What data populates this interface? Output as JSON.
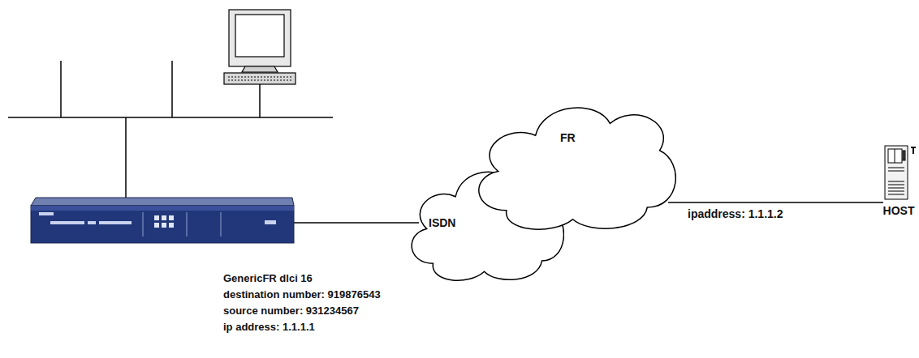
{
  "diagram": {
    "nodes": [
      {
        "text": [
          "ISDN"
        ]
      },
      {
        "text": [
          "FR"
        ]
      },
      {
        "text": [
          "HOST"
        ]
      }
    ],
    "edges": [
      {
        "from": 1,
        "to": 2,
        "arrow": "none",
        "label": "ipaddress: 1.1.1.2"
      }
    ],
    "labels": [
      "GenericFR dlci 16",
      "destination number: 919876543",
      "source number: 931234567",
      "ip address: 1.1.1.1"
    ]
  }
}
